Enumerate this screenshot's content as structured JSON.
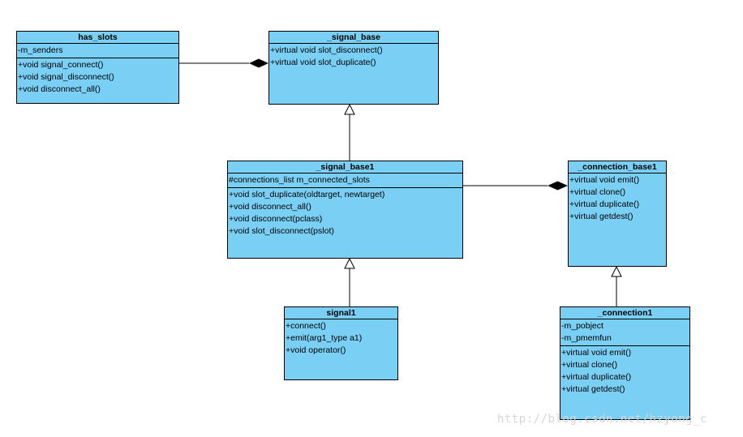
{
  "classes": {
    "has_slots": {
      "name": "has_slots",
      "attributes": [
        "-m_senders"
      ],
      "operations": [
        "+void signal_connect()",
        "+void signal_disconnect()",
        "+void disconnect_all()"
      ]
    },
    "signal_base": {
      "name": "_signal_base",
      "attributes": [],
      "operations": [
        "+virtual void slot_disconnect()",
        "+virtual void slot_duplicate()"
      ]
    },
    "signal_base1": {
      "name": "_signal_base1",
      "attributes": [
        "#connections_list m_connected_slots"
      ],
      "operations": [
        "+void slot_duplicate(oldtarget, newtarget)",
        "+void disconnect_all()",
        "+void disconnect(pclass)",
        "+void slot_disconnect(pslot)"
      ]
    },
    "signal1": {
      "name": "signal1",
      "attributes": [],
      "operations": [
        "+connect()",
        "+emit(arg1_type a1)",
        "+void operator()"
      ]
    },
    "connection_base1": {
      "name": "_connection_base1",
      "attributes": [],
      "operations": [
        "+virtual void emit()",
        "+virtual clone()",
        "+virtual duplicate()",
        "+virtual getdest()"
      ]
    },
    "connection1": {
      "name": "_connection1",
      "attributes": [
        "-m_pobject",
        "-m_pmemfun"
      ],
      "operations": [
        "+virtual void emit()",
        "+virtual clone()",
        "+virtual duplicate()",
        "+virtual getdest()"
      ]
    }
  },
  "relationships": [
    {
      "type": "composition",
      "from": "has_slots",
      "to": "signal_base"
    },
    {
      "type": "generalization",
      "from": "signal_base1",
      "to": "signal_base"
    },
    {
      "type": "generalization",
      "from": "signal1",
      "to": "signal_base1"
    },
    {
      "type": "composition",
      "from": "signal_base1",
      "to": "connection_base1"
    },
    {
      "type": "generalization",
      "from": "connection1",
      "to": "connection_base1"
    }
  ],
  "watermark": "http://blog.csdn.net/hzyong_c",
  "colors": {
    "class_fill": "#79cff4",
    "border": "#000000",
    "watermark": "#d6d6d6"
  }
}
